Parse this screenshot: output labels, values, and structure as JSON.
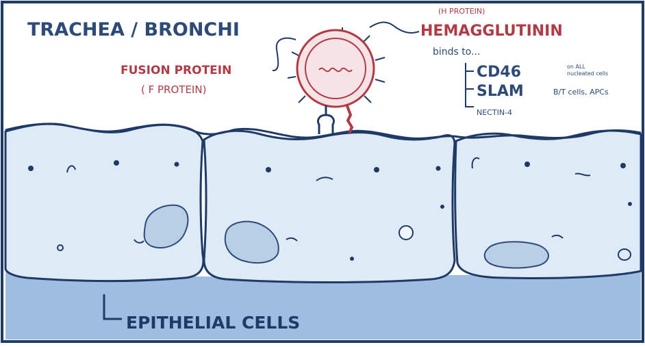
{
  "title": "TRACHEA / BRONCHI",
  "fusion_label": {
    "line1": "FUSION PROTEIN",
    "line2": "( F PROTEIN)"
  },
  "hemagglutinin": {
    "small_label": "(H PROTEIN)",
    "name": "HEMAGGLUTININ",
    "binds_text": "binds to...",
    "receptors": [
      {
        "name": "CD46",
        "note_line1": "on ALL",
        "note_line2": "nucleated cells"
      },
      {
        "name": "SLAM",
        "note_line1": "B/T cells, APCs",
        "note_line2": ""
      },
      {
        "name": "NECTIN-4",
        "note_line1": "",
        "note_line2": ""
      }
    ]
  },
  "bottom_label": "EPITHELIAL CELLS",
  "colors": {
    "frame": "#1f3a66",
    "ink_blue": "#2d4a78",
    "ink_red": "#b13a46",
    "cell_fill": "#deeaf6",
    "nucleus_fill": "#b9cfe6",
    "basement_fill": "#9fbde0",
    "virus_pink": "#f6e3e5"
  }
}
